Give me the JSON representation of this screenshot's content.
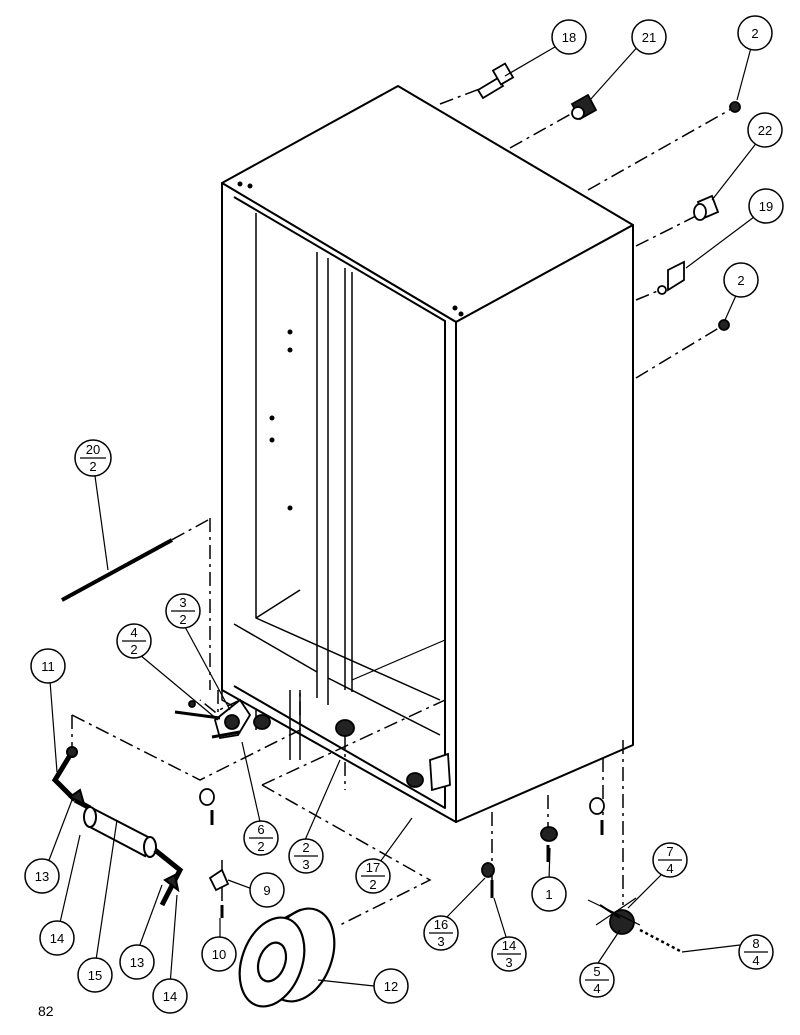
{
  "page_number": "82",
  "callouts": {
    "c18": "18",
    "c21": "21",
    "c2a": "2",
    "c22": "22",
    "c19": "19",
    "c2b": "2",
    "c20": {
      "num": "20",
      "den": "2"
    },
    "c3": {
      "num": "3",
      "den": "2"
    },
    "c4": {
      "num": "4",
      "den": "2"
    },
    "c11": "11",
    "c6": {
      "num": "6",
      "den": "2"
    },
    "c2c": {
      "num": "2",
      "den": "3"
    },
    "c17": {
      "num": "17",
      "den": "2"
    },
    "c7": {
      "num": "7",
      "den": "4"
    },
    "c1": "1",
    "c13a": "13",
    "c14a": "14",
    "c15": "15",
    "c13b": "13",
    "c14b": "14",
    "c9": "9",
    "c10": "10",
    "c12": "12",
    "c16": {
      "num": "16",
      "den": "3"
    },
    "c14c": {
      "num": "14",
      "den": "3"
    },
    "c8": {
      "num": "8",
      "den": "4"
    },
    "c5": {
      "num": "5",
      "den": "4"
    }
  }
}
